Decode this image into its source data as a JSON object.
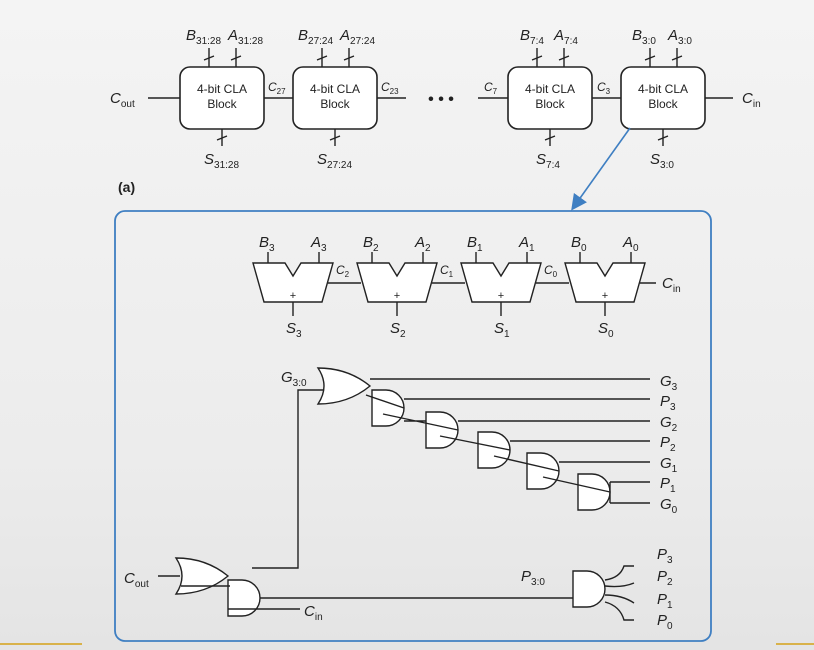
{
  "part_label": "(a)",
  "ellipsis": "• • •",
  "cla_blocks": [
    {
      "line1": "4-bit CLA",
      "line2": "Block",
      "b_sym": "B",
      "b_sub": "31:28",
      "a_sym": "A",
      "a_sub": "31:28",
      "s_sym": "S",
      "s_sub": "31:28"
    },
    {
      "line1": "4-bit CLA",
      "line2": "Block",
      "b_sym": "B",
      "b_sub": "27:24",
      "a_sym": "A",
      "a_sub": "27:24",
      "s_sym": "S",
      "s_sub": "27:24"
    },
    {
      "line1": "4-bit CLA",
      "line2": "Block",
      "b_sym": "B",
      "b_sub": "7:4",
      "a_sym": "A",
      "a_sub": "7:4",
      "s_sym": "S",
      "s_sub": "7:4"
    },
    {
      "line1": "4-bit CLA",
      "line2": "Block",
      "b_sym": "B",
      "b_sub": "3:0",
      "a_sym": "A",
      "a_sub": "3:0",
      "s_sym": "S",
      "s_sub": "3:0"
    }
  ],
  "top_signals": {
    "cout": {
      "sym": "C",
      "sub": "out"
    },
    "cin": {
      "sym": "C",
      "sub": "in"
    },
    "c27": {
      "sym": "C",
      "sub": "27"
    },
    "c23": {
      "sym": "C",
      "sub": "23"
    },
    "c7": {
      "sym": "C",
      "sub": "7"
    },
    "c3": {
      "sym": "C",
      "sub": "3"
    }
  },
  "adders": [
    {
      "b_sym": "B",
      "b_sub": "3",
      "a_sym": "A",
      "a_sub": "3",
      "s_sym": "S",
      "s_sub": "3",
      "plus": "+"
    },
    {
      "b_sym": "B",
      "b_sub": "2",
      "a_sym": "A",
      "a_sub": "2",
      "s_sym": "S",
      "s_sub": "2",
      "plus": "+"
    },
    {
      "b_sym": "B",
      "b_sub": "1",
      "a_sym": "A",
      "a_sub": "1",
      "s_sym": "S",
      "s_sub": "1",
      "plus": "+"
    },
    {
      "b_sym": "B",
      "b_sub": "0",
      "a_sym": "A",
      "a_sub": "0",
      "s_sym": "S",
      "s_sub": "0",
      "plus": "+"
    }
  ],
  "adder_carries": [
    {
      "sym": "C",
      "sub": "2"
    },
    {
      "sym": "C",
      "sub": "1"
    },
    {
      "sym": "C",
      "sub": "0"
    }
  ],
  "detail_cin": {
    "sym": "C",
    "sub": "in"
  },
  "g_inputs": [
    {
      "sym": "G",
      "sub": "3"
    },
    {
      "sym": "P",
      "sub": "3"
    },
    {
      "sym": "G",
      "sub": "2"
    },
    {
      "sym": "P",
      "sub": "2"
    },
    {
      "sym": "G",
      "sub": "1"
    },
    {
      "sym": "P",
      "sub": "1"
    },
    {
      "sym": "G",
      "sub": "0"
    }
  ],
  "g_out": {
    "sym": "G",
    "sub": "3:0"
  },
  "p_out": {
    "sym": "P",
    "sub": "3:0"
  },
  "p_inputs": [
    {
      "sym": "P",
      "sub": "3"
    },
    {
      "sym": "P",
      "sub": "2"
    },
    {
      "sym": "P",
      "sub": "1"
    },
    {
      "sym": "P",
      "sub": "0"
    }
  ],
  "bottom_cout": {
    "sym": "C",
    "sub": "out"
  },
  "bottom_cin": {
    "sym": "C",
    "sub": "in"
  },
  "colors": {
    "frame": "#3f7fc2",
    "arrow": "#3f7fc2",
    "ink": "#222222",
    "accent_bar": "#d9b24a"
  }
}
